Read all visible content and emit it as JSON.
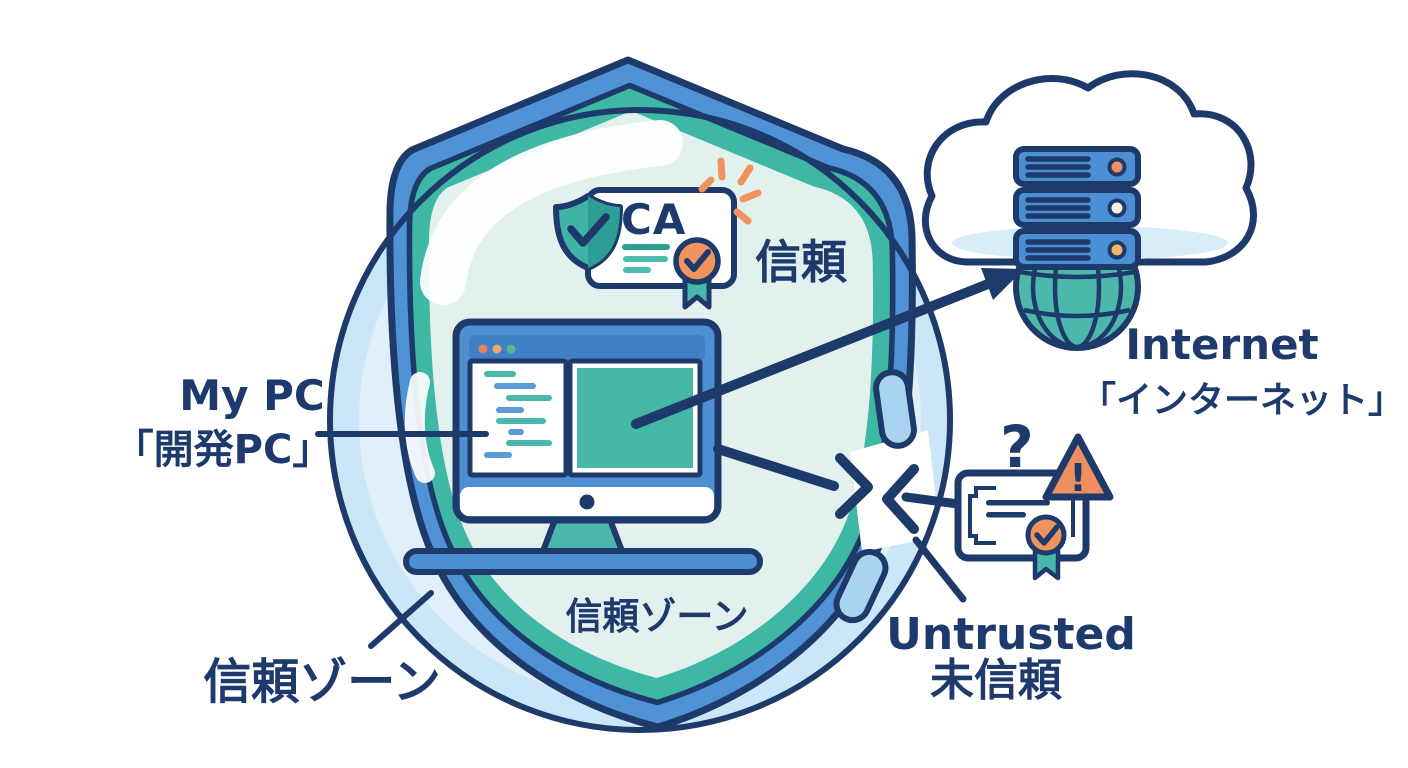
{
  "title": "Trust zone security diagram",
  "labels": {
    "ca": "CA",
    "trust": "信頼",
    "my_pc_en": "My PC",
    "my_pc_ja": "「開発PC」",
    "trust_zone_inner": "信頼ゾーン",
    "trust_zone_outer": "信頼ゾーン",
    "internet_en": "Internet",
    "internet_ja": "「インターネット」",
    "untrusted_en": "Untrusted",
    "untrusted_ja": "未信頼",
    "question_mark": "?",
    "exclamation_mark": "!"
  },
  "colors": {
    "navy_outline": "#1d3a6b",
    "text_navy": "#1e3a6d",
    "shield_blue": "#4f92d6",
    "shield_teal": "#3eb7a5",
    "shield_interior_mint": "#e3f1ee",
    "bubble_fill": "#e0eff9",
    "bubble_ring": "#cbe6f6",
    "break_cap_blue": "#a9d4ef",
    "monitor_blue": "#4e8fd4",
    "titlebar_blue": "#3f80c6",
    "panel_teal": "#45b8a8",
    "code_teal": "#49b8ab",
    "code_blue": "#5b9bd8",
    "stand_teal": "#4db6ac",
    "accent_orange": "#f0935f",
    "warning_orange": "#ef8e61",
    "ribbon_teal": "#49b8ab",
    "cloud_shade_blue": "#d9edf9",
    "globe_teal": "#4cb8ab",
    "server_blue": "#4b8fd4",
    "dot_orange": "#e8845c",
    "dot_peach": "#eda46d",
    "dot_green": "#55b893",
    "led_orange": "#ef8f5e",
    "led_cream": "#f5efdc",
    "led_amber": "#f3b36a"
  },
  "icons": [
    "trust-bubble-icon",
    "shield-icon",
    "ca-certificate-icon",
    "verified-shield-icon",
    "rosette-seal-icon",
    "ribbon-icon",
    "sparkle-icon",
    "monitor-icon",
    "code-editor-icon",
    "desk-icon",
    "cloud-icon",
    "server-stack-icon",
    "globe-icon",
    "arrow-icon",
    "blocked-chevrons-icon",
    "untrusted-certificate-icon",
    "warning-triangle-icon",
    "question-mark-icon"
  ]
}
